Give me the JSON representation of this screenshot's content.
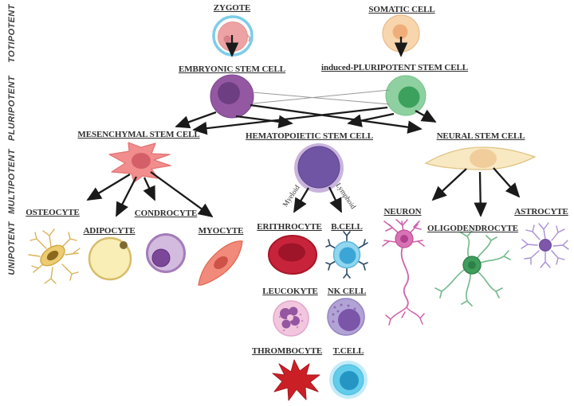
{
  "figure": {
    "title": "Stem cell potency and differentiation diagram"
  },
  "potency_levels": [
    {
      "label": "TOTIPOTENT"
    },
    {
      "label": "PLURIPOTENT"
    },
    {
      "label": "MULTIPOTENT"
    },
    {
      "label": "UNIPOTENT"
    }
  ],
  "nodes": {
    "zygote": {
      "label": "ZYGOTE"
    },
    "somatic_cell": {
      "label": "SOMATIC CELL"
    },
    "embryonic_stem_cell": {
      "label": "EMBRYONIC STEM CELL"
    },
    "induced_pluripotent_stem_cell": {
      "label": "induced-PLURIPOTENT STEM CELL"
    },
    "mesenchymal_stem_cell": {
      "label": "MESENCHYMAL STEM CELL"
    },
    "hematopoietic_stem_cell": {
      "label": "HEMATOPOIETIC STEM CELL"
    },
    "neural_stem_cell": {
      "label": "NEURAL STEM CELL"
    },
    "osteocyte": {
      "label": "OSTEOCYTE"
    },
    "adipocyte": {
      "label": "ADIPOCYTE"
    },
    "condrocyte": {
      "label": "CONDROCYTE"
    },
    "myocyte": {
      "label": "MYOCYTE"
    },
    "erithrocyte": {
      "label": "ERITHROCYTE"
    },
    "b_cell": {
      "label": "B.CELL"
    },
    "leucokyte": {
      "label": "LEUCOKYTE"
    },
    "nk_cell": {
      "label": "NK CELL"
    },
    "thrombocyte": {
      "label": "THROMBOCYTE"
    },
    "t_cell": {
      "label": "T.CELL"
    },
    "neuron": {
      "label": "NEURON"
    },
    "oligodendrocyte": {
      "label": "OLIGODENDROCYTE"
    },
    "astrocyte": {
      "label": "ASTROCYTE"
    }
  },
  "branch_labels": {
    "myeloid": "Myeloid",
    "lymphoid": "Lymphoid"
  },
  "colors": {
    "arrow": "#1a1a1a",
    "label_text": "#2e2e2e",
    "potency_text": "#3f3f3f",
    "zygote_ring": "#7ecde8",
    "zygote_body": "#eda3a3",
    "zygote_nucleolus": "#d87f89",
    "somatic_body": "#f7d6ae",
    "somatic_nucleus": "#efae79",
    "embryonic_body": "#9458a3",
    "embryonic_nucleus": "#6e3e83",
    "ipsc_body": "#8fd0a0",
    "ipsc_nucleus": "#3da15e",
    "mesenchymal_body": "#f18d8d",
    "mesenchymal_nucleus": "#d55f69",
    "hematopoietic_halo": "#c9b4dc",
    "hematopoietic_body": "#6f55a3",
    "neural_body": "#f8e9c3",
    "neural_nucleus": "#f0cd9b",
    "osteocyte_body": "#eccb72",
    "adipocyte_body": "#f8eeb6",
    "condrocyte_body": "#d3bbdf",
    "condrocyte_nucleus": "#7b4899",
    "myocyte_body": "#f18a7a",
    "erithrocyte_body": "#c7233b",
    "b_cell_body": "#90d6ee",
    "leucokyte_body": "#f2c6de",
    "leucokyte_nucleus": "#9456a0",
    "nk_cell_body": "#b2a3d6",
    "nk_cell_nucleus": "#7a55a8",
    "thrombocyte_body": "#cb1f26",
    "t_cell_body": "#62cdea",
    "t_cell_nucleus": "#2596c4",
    "neuron_body": "#d972b4",
    "oligodendrocyte_body": "#3f9e5c",
    "astrocyte_body": "#7e57ad"
  }
}
